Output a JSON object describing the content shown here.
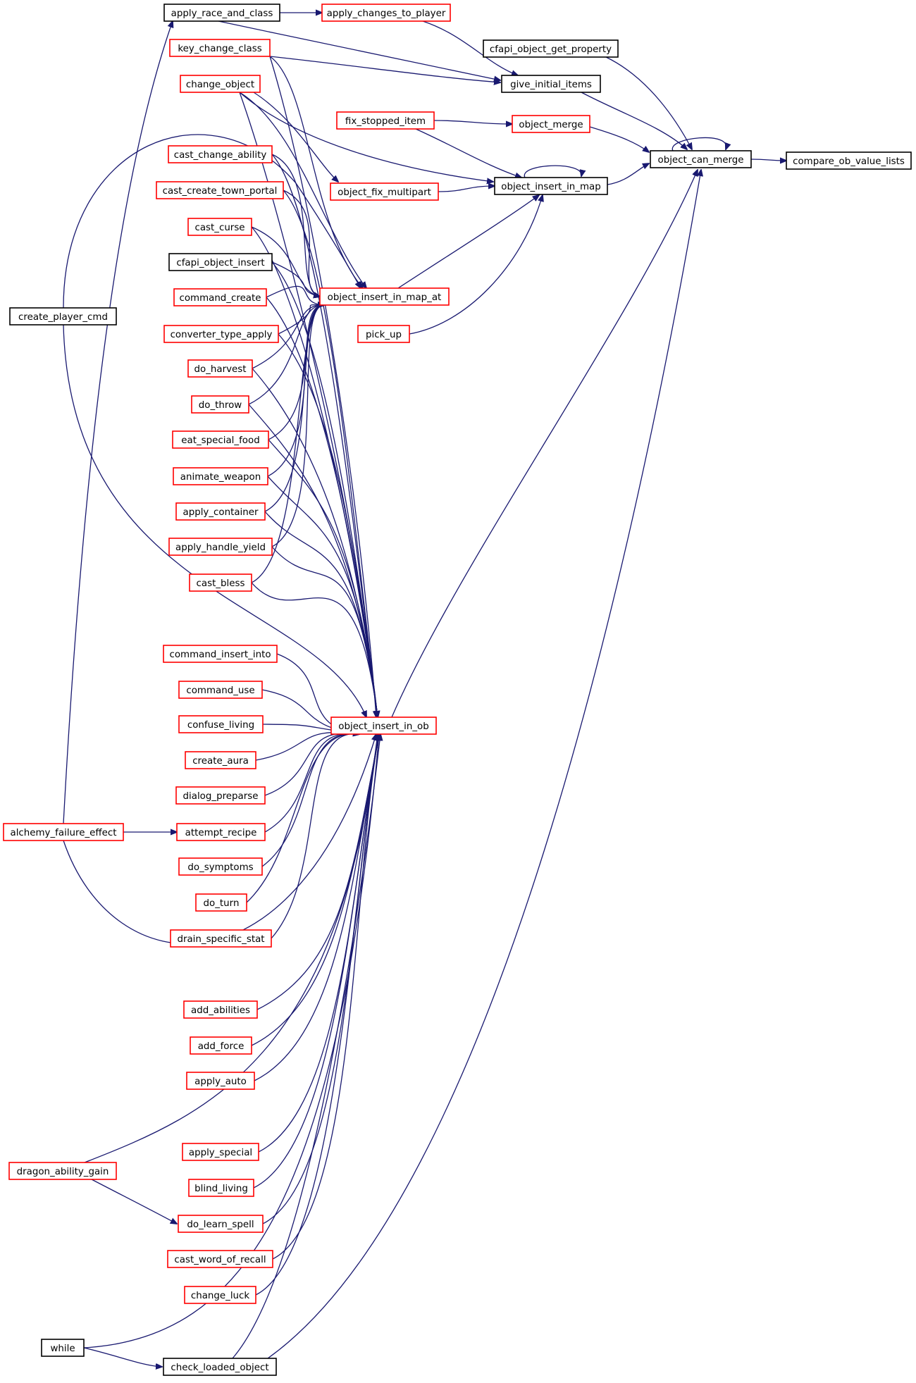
{
  "colors": {
    "edge": "#191970",
    "caller_border_red": "#ff0000",
    "caller_border_black": "#000000",
    "focus_fill": "#bfbfbf",
    "background": "#ffffff"
  },
  "nodes": {
    "compare_ob_value_lists": {
      "label": "compare_ob_value_lists",
      "style": "focus"
    },
    "object_can_merge": {
      "label": "object_can_merge",
      "style": "black"
    },
    "cfapi_object_get_property": {
      "label": "cfapi_object_get_property",
      "style": "black"
    },
    "give_initial_items": {
      "label": "give_initial_items",
      "style": "black"
    },
    "object_merge": {
      "label": "object_merge",
      "style": "red"
    },
    "object_insert_in_map": {
      "label": "object_insert_in_map",
      "style": "black"
    },
    "apply_changes_to_player": {
      "label": "apply_changes_to_player",
      "style": "red"
    },
    "apply_race_and_class": {
      "label": "apply_race_and_class",
      "style": "black"
    },
    "key_change_class": {
      "label": "key_change_class",
      "style": "red"
    },
    "change_object": {
      "label": "change_object",
      "style": "red"
    },
    "fix_stopped_item": {
      "label": "fix_stopped_item",
      "style": "red"
    },
    "object_fix_multipart": {
      "label": "object_fix_multipart",
      "style": "red"
    },
    "cast_change_ability": {
      "label": "cast_change_ability",
      "style": "red"
    },
    "cast_create_town_portal": {
      "label": "cast_create_town_portal",
      "style": "red"
    },
    "cast_curse": {
      "label": "cast_curse",
      "style": "red"
    },
    "cfapi_object_insert": {
      "label": "cfapi_object_insert",
      "style": "black"
    },
    "object_insert_in_map_at": {
      "label": "object_insert_in_map_at",
      "style": "red"
    },
    "command_create": {
      "label": "command_create",
      "style": "red"
    },
    "create_player_cmd": {
      "label": "create_player_cmd",
      "style": "black"
    },
    "pick_up": {
      "label": "pick_up",
      "style": "red"
    },
    "converter_type_apply": {
      "label": "converter_type_apply",
      "style": "red"
    },
    "do_harvest": {
      "label": "do_harvest",
      "style": "red"
    },
    "do_throw": {
      "label": "do_throw",
      "style": "red"
    },
    "eat_special_food": {
      "label": "eat_special_food",
      "style": "red"
    },
    "animate_weapon": {
      "label": "animate_weapon",
      "style": "red"
    },
    "apply_container": {
      "label": "apply_container",
      "style": "red"
    },
    "apply_handle_yield": {
      "label": "apply_handle_yield",
      "style": "red"
    },
    "cast_bless": {
      "label": "cast_bless",
      "style": "red"
    },
    "command_insert_into": {
      "label": "command_insert_into",
      "style": "red"
    },
    "command_use": {
      "label": "command_use",
      "style": "red"
    },
    "confuse_living": {
      "label": "confuse_living",
      "style": "red"
    },
    "object_insert_in_ob": {
      "label": "object_insert_in_ob",
      "style": "red"
    },
    "create_aura": {
      "label": "create_aura",
      "style": "red"
    },
    "dialog_preparse": {
      "label": "dialog_preparse",
      "style": "red"
    },
    "alchemy_failure_effect": {
      "label": "alchemy_failure_effect",
      "style": "red"
    },
    "attempt_recipe": {
      "label": "attempt_recipe",
      "style": "red"
    },
    "do_symptoms": {
      "label": "do_symptoms",
      "style": "red"
    },
    "do_turn": {
      "label": "do_turn",
      "style": "red"
    },
    "drain_specific_stat": {
      "label": "drain_specific_stat",
      "style": "red"
    },
    "add_abilities": {
      "label": "add_abilities",
      "style": "red"
    },
    "add_force": {
      "label": "add_force",
      "style": "red"
    },
    "apply_auto": {
      "label": "apply_auto",
      "style": "red"
    },
    "apply_special": {
      "label": "apply_special",
      "style": "red"
    },
    "dragon_ability_gain": {
      "label": "dragon_ability_gain",
      "style": "red"
    },
    "blind_living": {
      "label": "blind_living",
      "style": "red"
    },
    "do_learn_spell": {
      "label": "do_learn_spell",
      "style": "red"
    },
    "cast_word_of_recall": {
      "label": "cast_word_of_recall",
      "style": "red"
    },
    "change_luck": {
      "label": "change_luck",
      "style": "red"
    },
    "while": {
      "label": "while",
      "style": "black"
    },
    "check_loaded_object": {
      "label": "check_loaded_object",
      "style": "black"
    }
  }
}
